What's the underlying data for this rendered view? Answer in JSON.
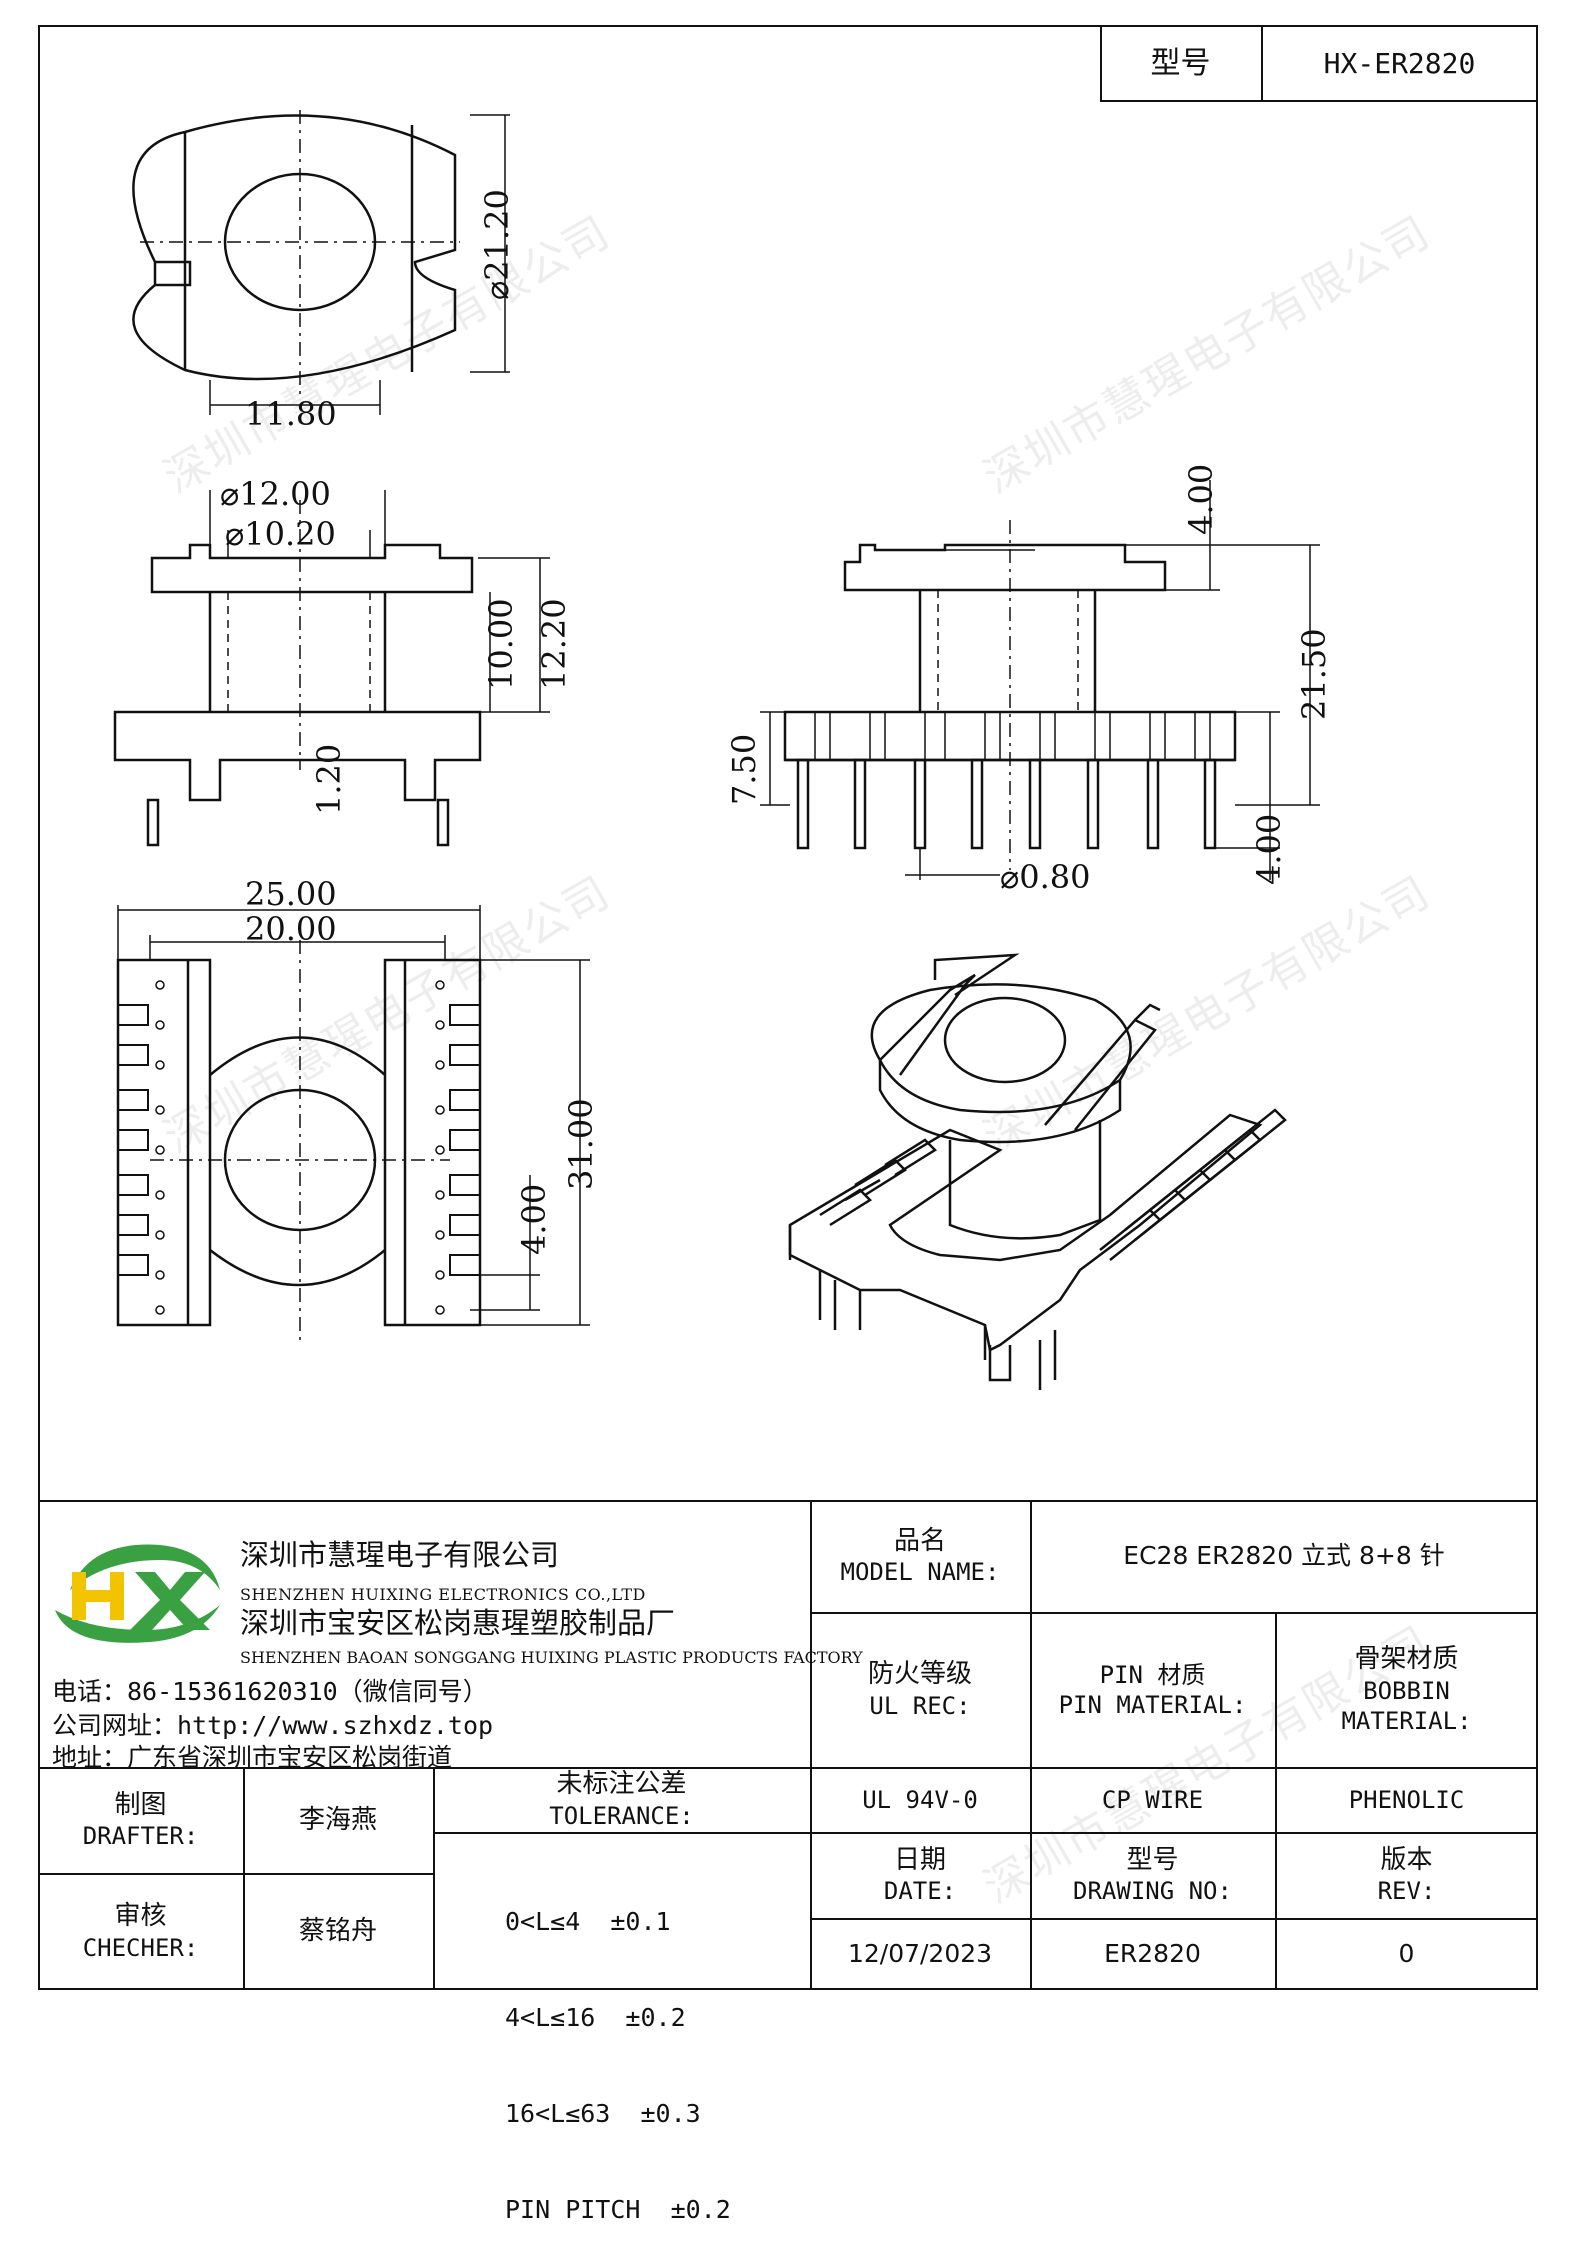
{
  "title_block": {
    "model_label": "型号",
    "model_value": "HX-ER2820"
  },
  "dimensions": {
    "top_view": {
      "outer_dia": "⌀21.20",
      "width": "11.80"
    },
    "side_view": {
      "dia_a": "⌀12.00",
      "dia_b": "⌀10.20",
      "h1": "10.00",
      "h2": "12.20",
      "base": "1.20"
    },
    "front_view": {
      "top": "4.00",
      "total": "21.50",
      "base": "7.50",
      "pin": "4.00",
      "pin_dia": "⌀0.80"
    },
    "bottom_view": {
      "width_outer": "25.00",
      "width_inner": "20.00",
      "length": "31.00",
      "pitch": "4.00"
    }
  },
  "company": {
    "name_cn": "深圳市慧瑆电子有限公司",
    "name_en": "SHENZHEN HUIXING ELECTRONICS CO.,LTD",
    "factory_cn": "深圳市宝安区松岗惠瑆塑胶制品厂",
    "factory_en": "SHENZHEN BAOAN SONGGANG HUIXING PLASTIC PRODUCTS FACTORY",
    "phone": "电话：86-15361620310（微信同号）",
    "website": "公司网址：http://www.szhxdz.top",
    "address": "地址：广东省深圳市宝安区松岗街道",
    "logo_text": "HX",
    "logo_green": "#3aa142",
    "logo_yellow": "#f2c400"
  },
  "spec": {
    "model_name_label_cn": "品名",
    "model_name_label_en": "MODEL NAME:",
    "model_name_value": "EC28 ER2820 立式 8+8 针",
    "ul_label_cn": "防火等级",
    "ul_label_en": "UL REC:",
    "pin_label_cn": "PIN 材质",
    "pin_label_en": "PIN MATERIAL:",
    "bobbin_label_cn": "骨架材质",
    "bobbin_label_en1": "BOBBIN",
    "bobbin_label_en2": "MATERIAL:",
    "ul_value": "UL 94V-0",
    "pin_value": "CP WIRE",
    "bobbin_value": "PHENOLIC",
    "date_label_cn": "日期",
    "date_label_en": "DATE:",
    "drawing_label_cn": "型号",
    "drawing_label_en": "DRAWING NO:",
    "rev_label_cn": "版本",
    "rev_label_en": "REV:",
    "date_value": "12/07/2023",
    "drawing_value": "ER2820",
    "rev_value": "0"
  },
  "people": {
    "drafter_cn": "制图",
    "drafter_en": "DRAFTER:",
    "drafter_name": "李海燕",
    "checker_cn": "审核",
    "checker_en": "CHECHER:",
    "checker_name": "蔡铭舟"
  },
  "tolerance": {
    "label_cn": "未标注公差",
    "label_en": "TOLERANCE:",
    "rows": [
      "0<L≤4  ±0.1",
      "4<L≤16  ±0.2",
      "16<L≤63  ±0.3",
      "PIN PITCH  ±0.2"
    ]
  },
  "watermark": "深圳市慧瑆电子有限公司"
}
